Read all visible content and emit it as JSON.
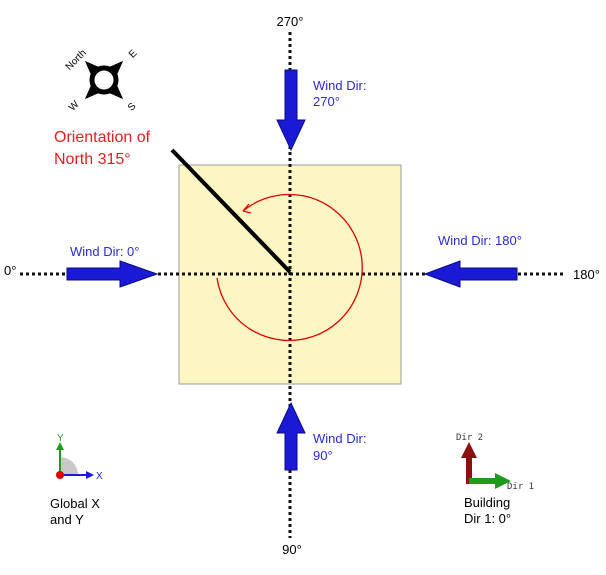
{
  "axis_labels": {
    "top": "270°",
    "bottom": "90°",
    "left": "0°",
    "right": "180°"
  },
  "wind": {
    "top_line1": "Wind Dir:",
    "top_line2": "270°",
    "left": "Wind Dir: 0°",
    "right": "Wind Dir: 180°",
    "bottom_line1": "Wind Dir:",
    "bottom_line2": "90°"
  },
  "orientation": {
    "line1": "Orientation of",
    "line2": "North 315°"
  },
  "compass": {
    "north": "North",
    "east": "E",
    "south": "S",
    "west": "W"
  },
  "global_axes": {
    "y_label": "Y",
    "x_label": "X",
    "caption_line1": "Global X",
    "caption_line2": "and Y"
  },
  "building_axes": {
    "dir2_label": "Dir 2",
    "dir1_label": "Dir 1",
    "caption_line1": "Building",
    "caption_line2": "Dir 1: 0°"
  },
  "colors": {
    "wind_arrow": "#1a1ad6",
    "wind_text": "#2b2bd0",
    "orientation_text": "#e02020",
    "building_fill": "#fbf6c4",
    "rotation_arc": "#e00000",
    "dir1_arrow": "#1f9a1f",
    "dir2_arrow": "#8b1010"
  }
}
